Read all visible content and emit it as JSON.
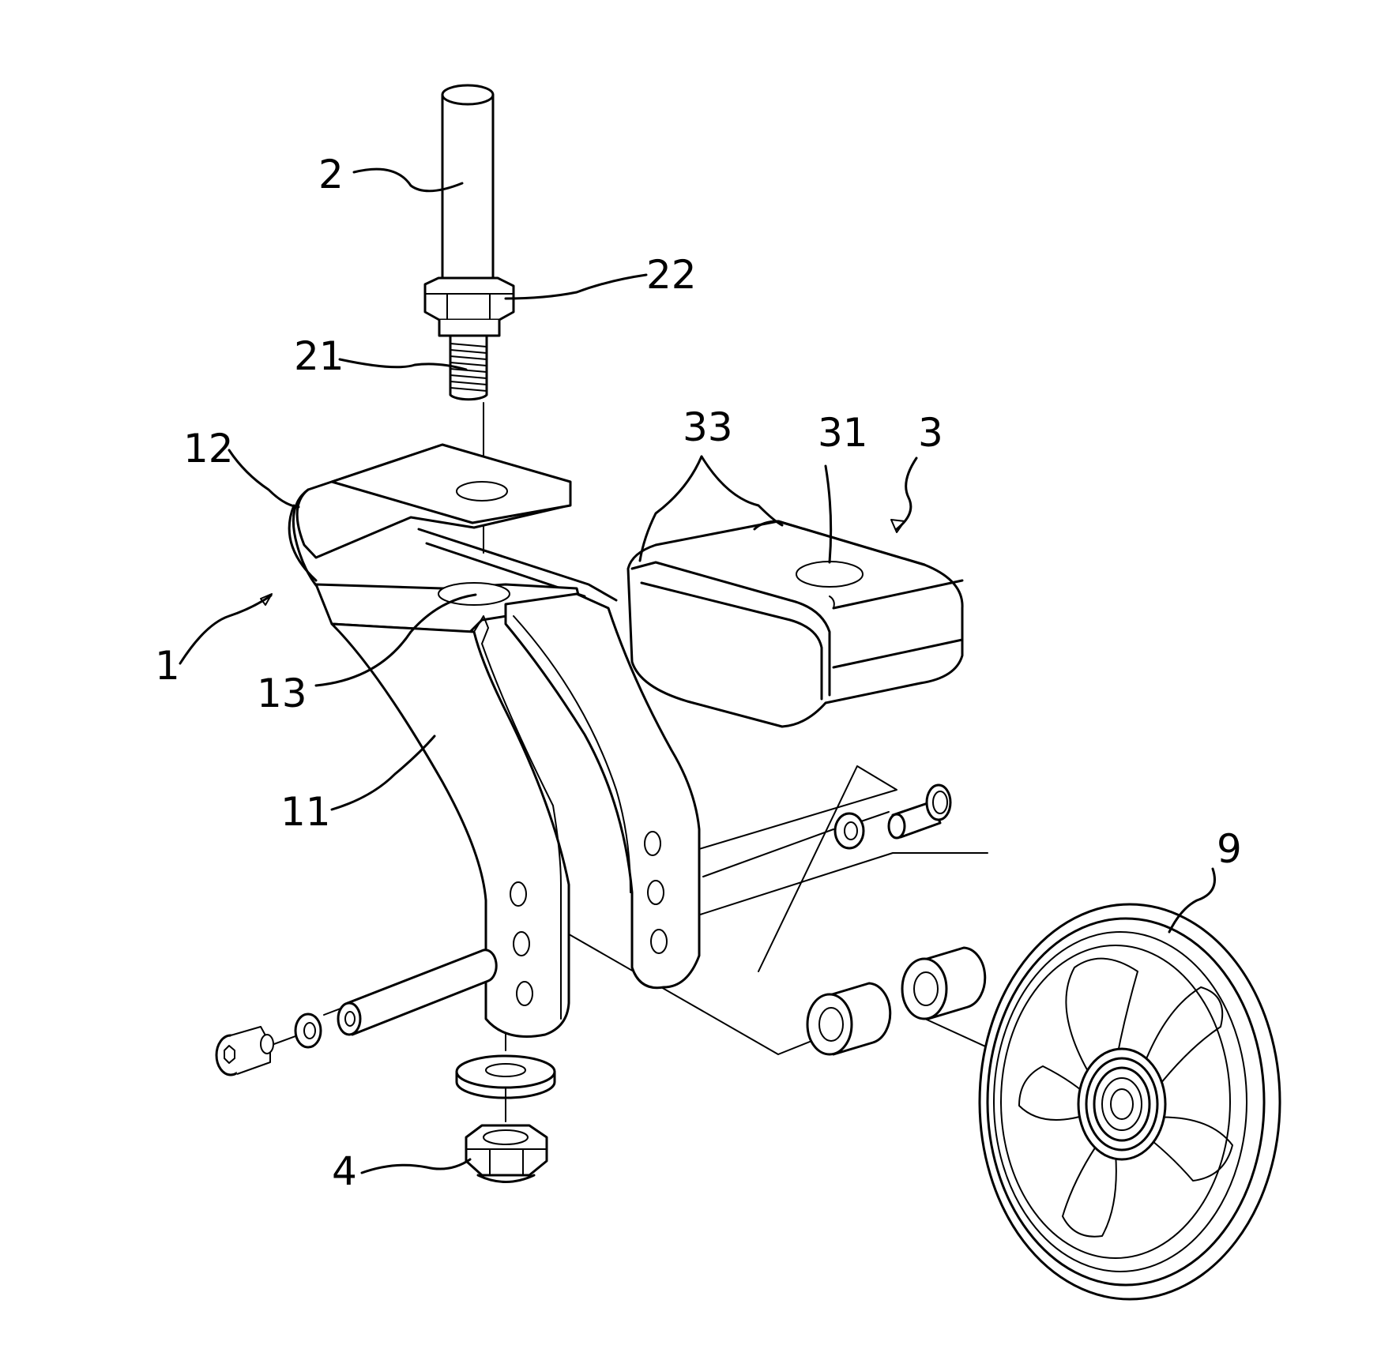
{
  "labels": {
    "shaft": "2",
    "hex_collar": "22",
    "thread": "21",
    "top_plate": "12",
    "frame": "1",
    "bore": "13",
    "fork_arm": "11",
    "block_ends": "33",
    "block_hole": "31",
    "block": "3",
    "wheel": "9",
    "nut": "4"
  }
}
